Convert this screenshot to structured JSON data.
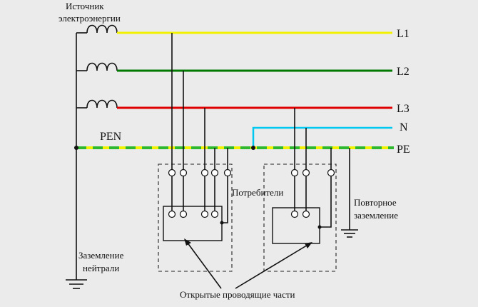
{
  "source_label_line1": "Источник",
  "source_label_line2": "электроэнергии",
  "buses": {
    "L1": "L1",
    "L2": "L2",
    "L3": "L3",
    "N": "N",
    "PE": "PE",
    "PEN": "PEN"
  },
  "consumers_label": "Потребители",
  "repeat_ground_line1": "Повторное",
  "repeat_ground_line2": "заземление",
  "neutral_ground_line1": "Заземление",
  "neutral_ground_line2": "нейтрали",
  "exposed_parts_label": "Открытые проводящие части",
  "colors": {
    "L1": "#f2f200",
    "L2": "#007a00",
    "L3": "#e00000",
    "N": "#00c8f0",
    "PE_yellow": "#f2f200",
    "PE_green": "#2db82d",
    "background": "#ebebeb"
  }
}
